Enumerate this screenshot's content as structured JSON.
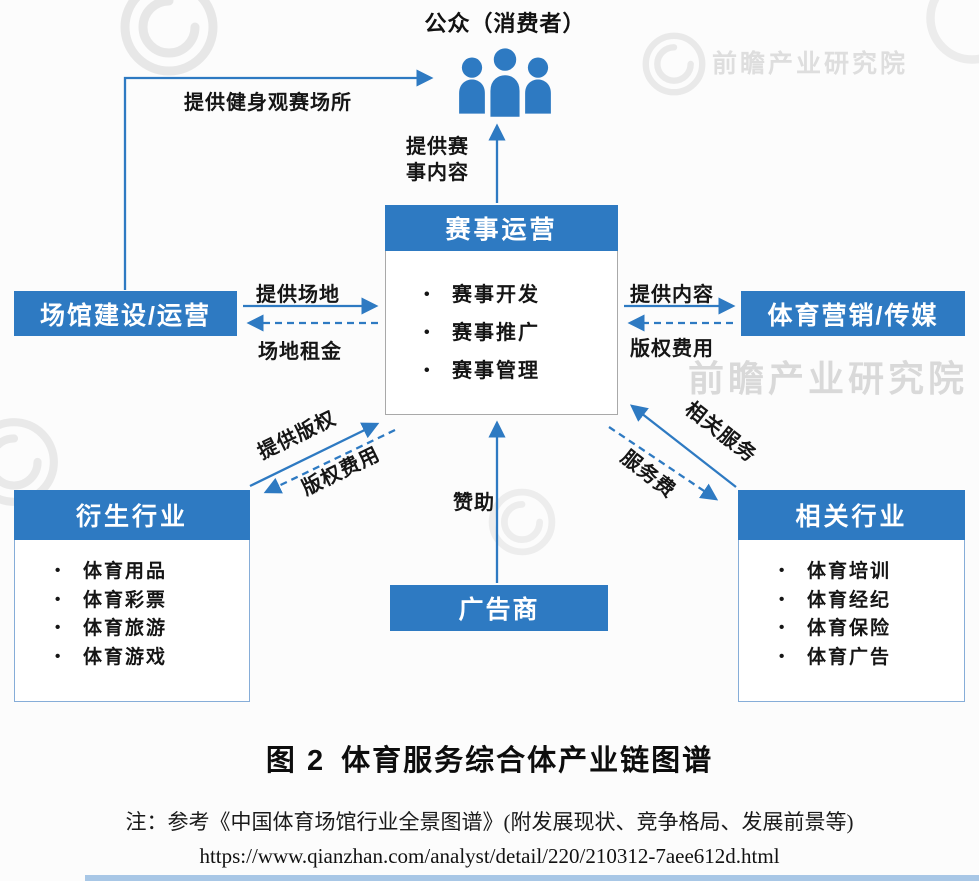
{
  "palette": {
    "box_blue": "#2e7ac2",
    "arrow_blue": "#2e7ac2",
    "panel_border": "#86add8",
    "center_border": "#a9a9a9",
    "bottom_bar": "#a8c7e6",
    "watermark_gray": "#d4d4d4"
  },
  "nodes": {
    "public": {
      "label": "公众（消费者）"
    },
    "event_operation": {
      "title": "赛事运营",
      "items": [
        "赛事开发",
        "赛事推广",
        "赛事管理"
      ]
    },
    "venue": {
      "label": "场馆建设/运营"
    },
    "sports_marketing": {
      "label": "体育营销/传媒"
    },
    "derivative_industry": {
      "title": "衍生行业",
      "items": [
        "体育用品",
        "体育彩票",
        "体育旅游",
        "体育游戏"
      ]
    },
    "related_industry": {
      "title": "相关行业",
      "items": [
        "体育培训",
        "体育经纪",
        "体育保险",
        "体育广告"
      ]
    },
    "advertiser": {
      "label": "广告商"
    }
  },
  "edges": {
    "venue_to_public": "提供健身观赛场所",
    "event_to_public": "提供赛事内容",
    "venue_to_event": "提供场地",
    "event_to_venue": "场地租金",
    "event_to_marketing": "提供内容",
    "marketing_to_event": "版权费用",
    "derivative_to_event": "提供版权",
    "event_to_derivative": "版权费用",
    "related_to_event": "相关服务",
    "event_to_related": "服务费",
    "advertiser_to_event": "赞助"
  },
  "caption": {
    "figure_label": "图 2",
    "figure_title": "体育服务综合体产业链图谱",
    "note": "注：参考《中国体育场馆行业全景图谱》(附发展现状、竞争格局、发展前景等)",
    "source_url": "https://www.qianzhan.com/analyst/detail/220/210312-7aee612d.html"
  },
  "watermark": {
    "brand": "前瞻产业研究院"
  }
}
